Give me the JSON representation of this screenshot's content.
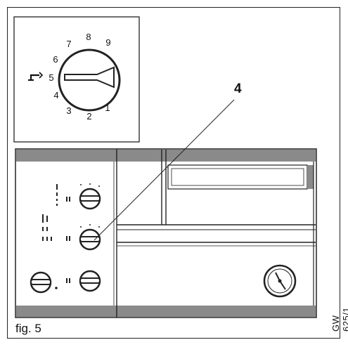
{
  "figure": {
    "label": "fig. 5",
    "code": "GW 625/1",
    "callout_number": "4"
  },
  "selector_dial": {
    "numbers": [
      "1",
      "2",
      "3",
      "4",
      "5",
      "6",
      "7",
      "8",
      "9"
    ]
  },
  "icons": {
    "tap": "tap-icon",
    "gauge": "thermometer-gauge-icon"
  },
  "colors": {
    "line": "#222222",
    "band": "#8a8a8a",
    "background": "#ffffff"
  }
}
